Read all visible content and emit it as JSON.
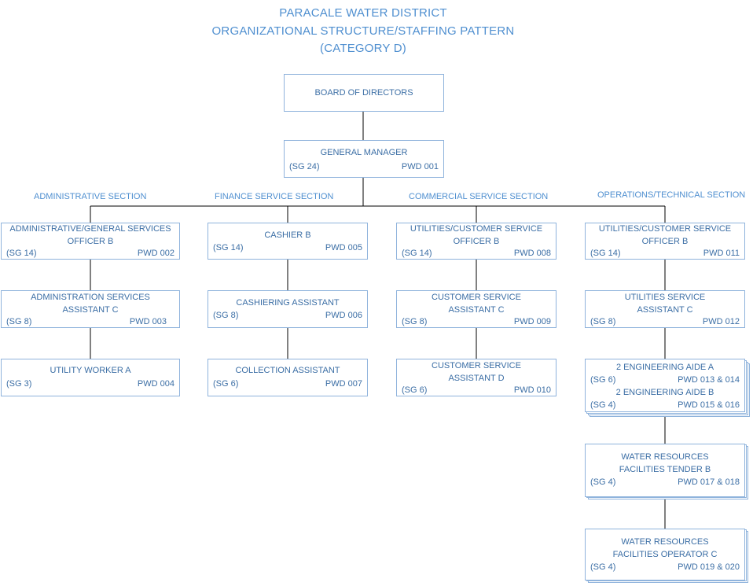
{
  "title": {
    "line1": "PARACALE WATER DISTRICT",
    "line2": "ORGANIZATIONAL STRUCTURE/STAFFING PATTERN",
    "line3": "(CATEGORY D)"
  },
  "sections": {
    "administrative": "ADMINISTRATIVE SECTION",
    "finance": "FINANCE SERVICE SECTION",
    "commercial": "COMMERCIAL SERVICE SECTION",
    "operations": "OPERATIONS/TECHNICAL SECTION"
  },
  "board": {
    "title": "BOARD OF DIRECTORS"
  },
  "gm": {
    "title": "GENERAL MANAGER",
    "sg": "(SG 24)",
    "pwd": "PWD 001"
  },
  "admin": [
    {
      "line1": "ADMINISTRATIVE/GENERAL SERVICES",
      "line2": "OFFICER B",
      "sg": "(SG 14)",
      "pwd": "PWD 002"
    },
    {
      "line1": "ADMINISTRATION SERVICES",
      "line2": "ASSISTANT C",
      "sg": "(SG 8)",
      "pwd": "PWD 003"
    },
    {
      "line1": "UTILITY WORKER A",
      "sg": "(SG 3)",
      "pwd": "PWD 004"
    }
  ],
  "finance": [
    {
      "line1": "CASHIER B",
      "sg": "(SG 14)",
      "pwd": "PWD 005"
    },
    {
      "line1": "CASHIERING ASSISTANT",
      "sg": "(SG 8)",
      "pwd": "PWD 006"
    },
    {
      "line1": "COLLECTION ASSISTANT",
      "sg": "(SG 6)",
      "pwd": "PWD 007"
    }
  ],
  "commercial": [
    {
      "line1": "UTILITIES/CUSTOMER SERVICE",
      "line2": "OFFICER B",
      "sg": "(SG 14)",
      "pwd": "PWD 008"
    },
    {
      "line1": "CUSTOMER SERVICE",
      "line2": "ASSISTANT C",
      "sg": "(SG 8)",
      "pwd": "PWD 009"
    },
    {
      "line1": "CUSTOMER SERVICE",
      "line2": "ASSISTANT D",
      "sg": "(SG 6)",
      "pwd": "PWD 010"
    }
  ],
  "operations": [
    {
      "line1": "UTILITIES/CUSTOMER SERVICE",
      "line2": "OFFICER B",
      "sg": "(SG 14)",
      "pwd": "PWD 011"
    },
    {
      "line1": "UTILITIES SERVICE",
      "line2": "ASSISTANT C",
      "sg": "(SG 8)",
      "pwd": "PWD 012"
    },
    {
      "line1": "2 ENGINEERING AIDE A",
      "sg": "(SG 6)",
      "pwd": "PWD 013 & 014",
      "line3": "2 ENGINEERING AIDE B",
      "sg2": "(SG 4)",
      "pwd2": "PWD 015 & 016"
    },
    {
      "line1": "WATER RESOURCES",
      "line2": "FACILITIES TENDER B",
      "sg": "(SG 4)",
      "pwd": "PWD 017 & 018"
    },
    {
      "line1": "WATER RESOURCES",
      "line2": "FACILITIES OPERATOR C",
      "sg": "(SG 4)",
      "pwd": "PWD 019 & 020"
    }
  ]
}
